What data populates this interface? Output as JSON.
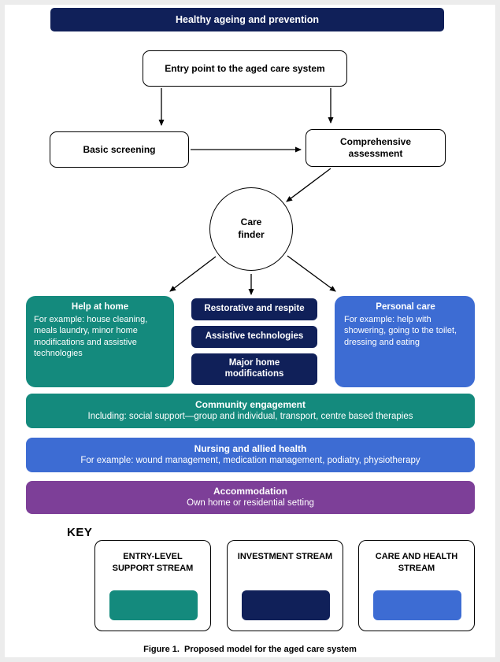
{
  "colors": {
    "navy": "#102059",
    "teal": "#148a7d",
    "blue": "#3d6cd3",
    "purple": "#7d3f98"
  },
  "banner": {
    "label": "Healthy ageing and prevention"
  },
  "entry": {
    "label": "Entry point to the aged care system"
  },
  "screening": {
    "label": "Basic screening"
  },
  "assessment": {
    "label": "Comprehensive assessment"
  },
  "care_finder": {
    "label": "Care finder"
  },
  "help_at_home": {
    "title": "Help at home",
    "body": "For example: house cleaning, meals laundry, minor home modifications and assistive technologies"
  },
  "investment_items": [
    {
      "label": "Restorative and respite"
    },
    {
      "label": "Assistive technologies"
    },
    {
      "label": "Major home modifications"
    }
  ],
  "personal_care": {
    "title": "Personal care",
    "body": "For example: help with showering, going to the toilet, dressing and eating"
  },
  "community": {
    "title": "Community engagement",
    "body": "Including: social support—group and individual, transport, centre based therapies"
  },
  "nursing": {
    "title": "Nursing and allied health",
    "body": "For example: wound management, medication management, podiatry, physiotherapy"
  },
  "accommodation": {
    "title": "Accommodation",
    "body": "Own home or residential setting"
  },
  "key": {
    "label": "KEY",
    "items": [
      {
        "label": "ENTRY-LEVEL SUPPORT STREAM",
        "color": "#148a7d"
      },
      {
        "label": "INVESTMENT STREAM",
        "color": "#102059"
      },
      {
        "label": "CARE AND HEALTH STREAM",
        "color": "#3d6cd3"
      }
    ]
  },
  "caption": "Figure 1.  Proposed model for the aged care system"
}
